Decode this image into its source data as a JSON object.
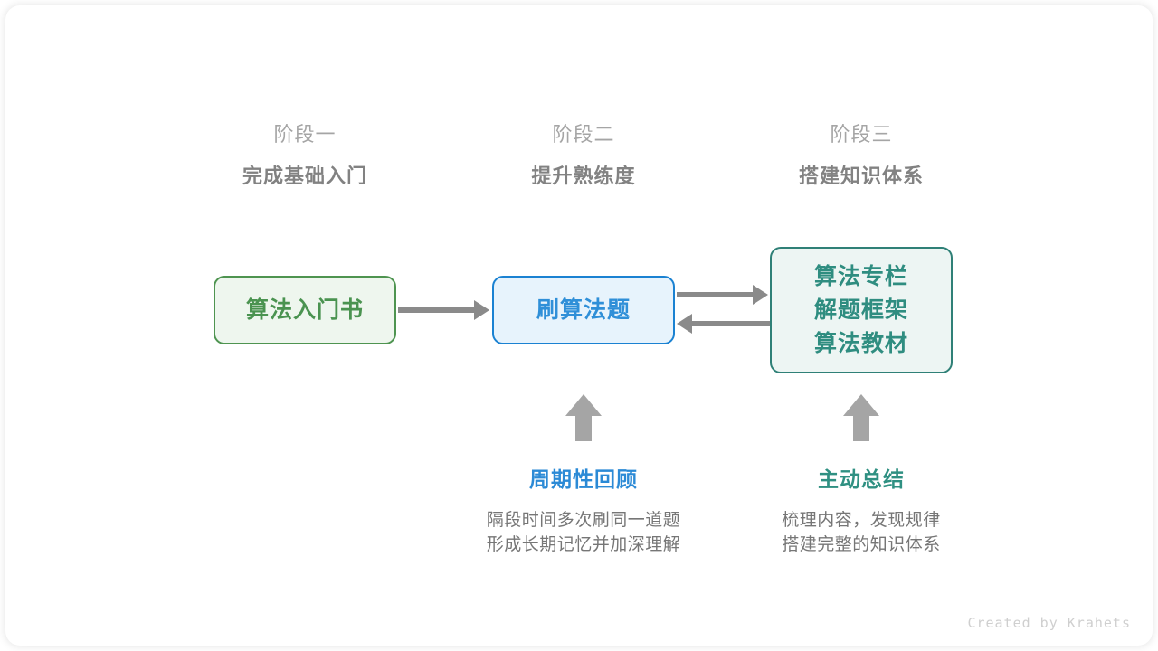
{
  "stages": [
    {
      "name": "阶段一",
      "subtitle": "完成基础入门"
    },
    {
      "name": "阶段二",
      "subtitle": "提升熟练度"
    },
    {
      "name": "阶段三",
      "subtitle": "搭建知识体系"
    }
  ],
  "nodes": {
    "book": {
      "label": "算法入门书",
      "border_color": "#4e9450",
      "fill_color": "#eef6ee",
      "text_color": "#4a9350"
    },
    "practice": {
      "label": "刷算法题",
      "border_color": "#1b82d2",
      "fill_color": "#e7f3fc",
      "text_color": "#2f8fd8"
    },
    "knowledge": {
      "line1": "算法专栏",
      "line2": "解题框架",
      "line3": "算法教材",
      "border_color": "#2f8077",
      "fill_color": "#edf5f3",
      "text_color": "#2f8d80"
    }
  },
  "notes": [
    {
      "title": "周期性回顾",
      "title_color": "#2b8ad6",
      "desc_line1": "隔段时间多次刷同一道题",
      "desc_line2": "形成长期记忆并加深理解"
    },
    {
      "title": "主动总结",
      "title_color": "#2f9082",
      "desc_line1": "梳理内容，发现规律",
      "desc_line2": "搭建完整的知识体系"
    }
  ],
  "footer": {
    "credit": "Created by Krahets"
  },
  "colors": {
    "arrow": "#8a8a8a",
    "up_arrow": "#a5a5a5",
    "stage_name": "#a5a5a5",
    "stage_subtitle": "#828282",
    "description": "#767676"
  }
}
